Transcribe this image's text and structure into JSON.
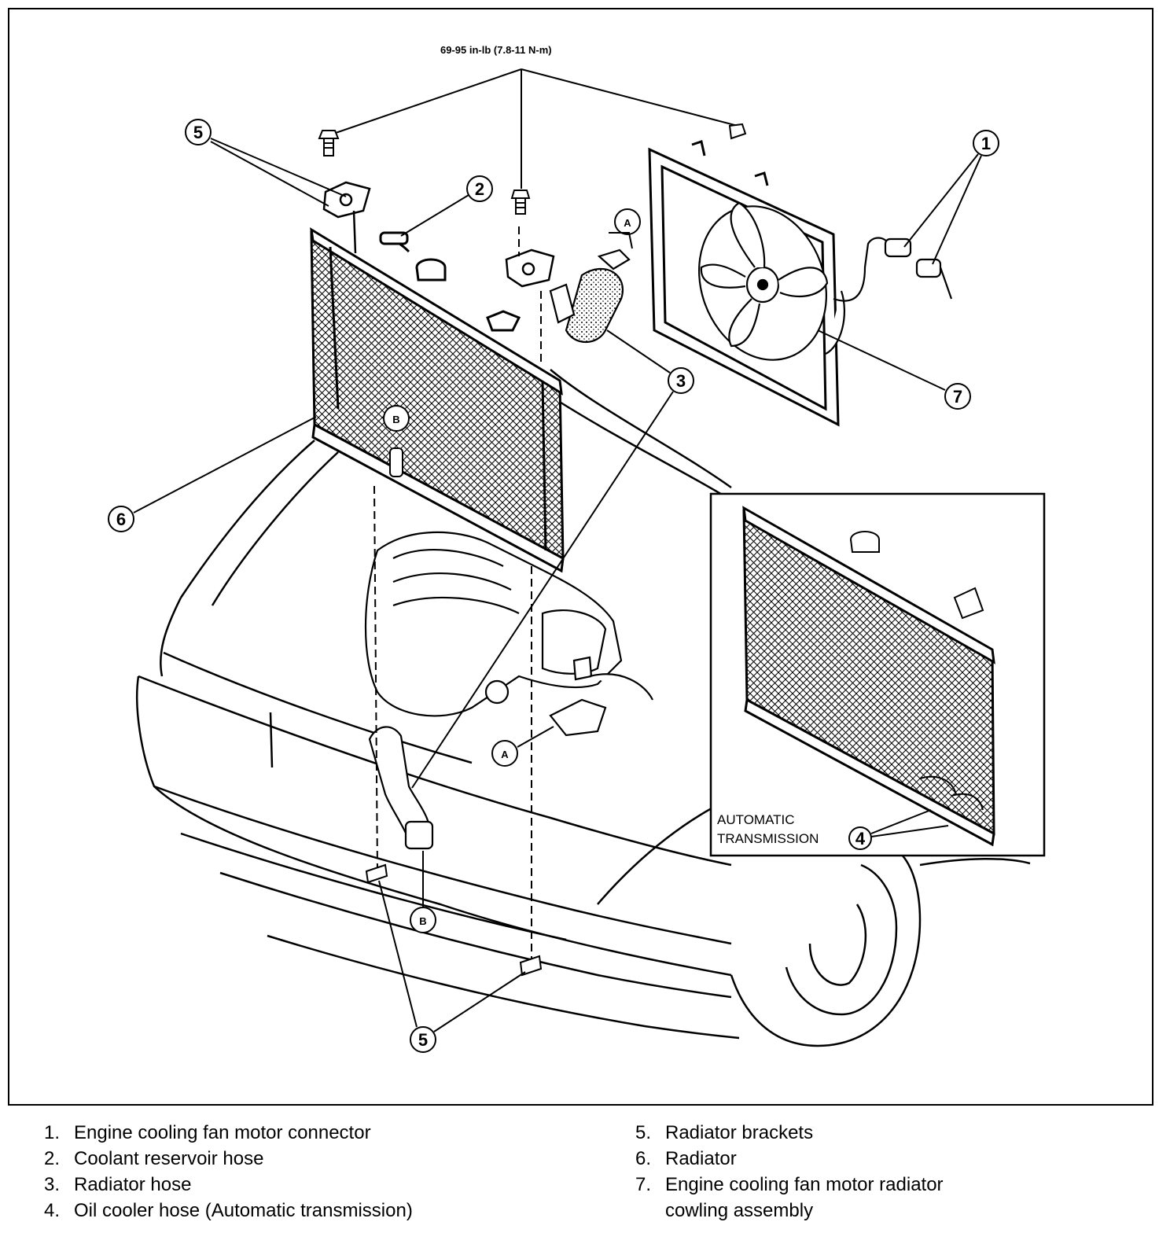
{
  "diagram": {
    "torque_spec": "69-95 in-lb (7.8-11 N-m)",
    "callouts": {
      "c1": "1",
      "c2": "2",
      "c3": "3",
      "c4": "4",
      "c5_top": "5",
      "c5_bottom": "5",
      "c6": "6",
      "c7": "7",
      "a_top": "A",
      "a_bottom": "A",
      "b_top": "B",
      "b_bottom": "B"
    },
    "inset": {
      "label_line1": "AUTOMATIC",
      "label_line2": "TRANSMISSION"
    }
  },
  "legend": {
    "items": [
      {
        "num": "1.",
        "text": "Engine cooling fan motor connector"
      },
      {
        "num": "2.",
        "text": "Coolant reservoir hose"
      },
      {
        "num": "3.",
        "text": "Radiator hose"
      },
      {
        "num": "4.",
        "text": "Oil cooler hose (Automatic transmission)"
      },
      {
        "num": "5.",
        "text": "Radiator brackets"
      },
      {
        "num": "6.",
        "text": "Radiator"
      },
      {
        "num": "7.",
        "text": "Engine cooling fan motor radiator"
      },
      {
        "num": "",
        "text": "cowling assembly"
      }
    ]
  }
}
